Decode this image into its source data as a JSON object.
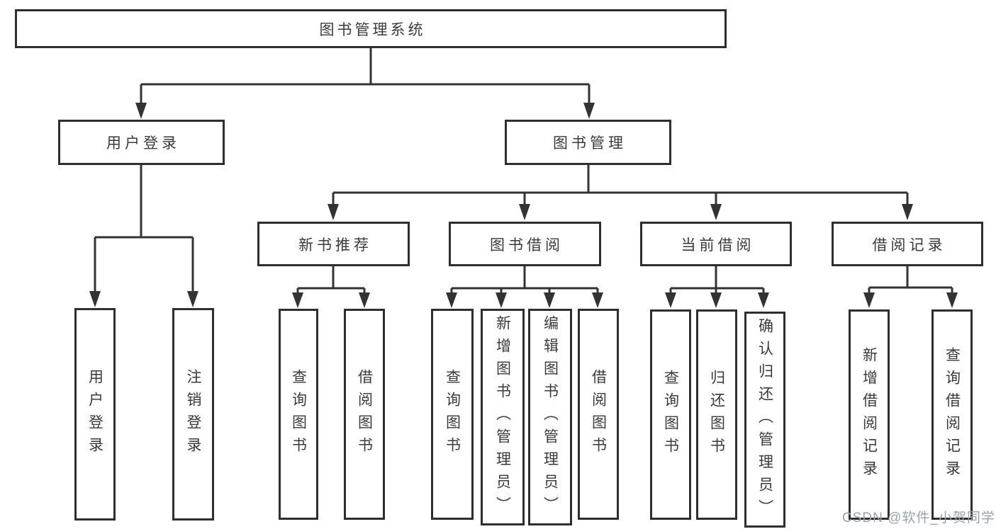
{
  "diagram": {
    "root_label": "图书管理系统",
    "level1": {
      "user_login": {
        "label": "用户登录",
        "children": {
          "login": "用户登录",
          "logout": "注销登录"
        }
      },
      "book_management": {
        "label": "图书管理",
        "sections": {
          "new_book_recommend": {
            "label": "新书推荐",
            "children": {
              "query_book": "查询图书",
              "borrow_book": "借阅图书"
            }
          },
          "book_borrowing": {
            "label": "图书借阅",
            "children": {
              "query_book": "查询图书",
              "add_book_admin": "新增图书（管理员）",
              "edit_book_admin": "编辑图书（管理员）",
              "borrow_book": "借阅图书"
            }
          },
          "current_borrowing": {
            "label": "当前借阅",
            "children": {
              "query_book": "查询图书",
              "return_book": "归还图书",
              "confirm_return_admin": "确认归还（管理员）"
            }
          },
          "borrowing_records": {
            "label": "借阅记录",
            "children": {
              "add_record": "新增借阅记录",
              "query_record": "查询借阅记录"
            }
          }
        }
      }
    }
  },
  "watermark": {
    "text": "CSDN @软件_小贺同学"
  },
  "colors": {
    "line": "#333333",
    "box_border": "#2e2e2e",
    "text": "#3a3a3a",
    "watermark": "#9aa2a8",
    "background": "#ffffff"
  }
}
